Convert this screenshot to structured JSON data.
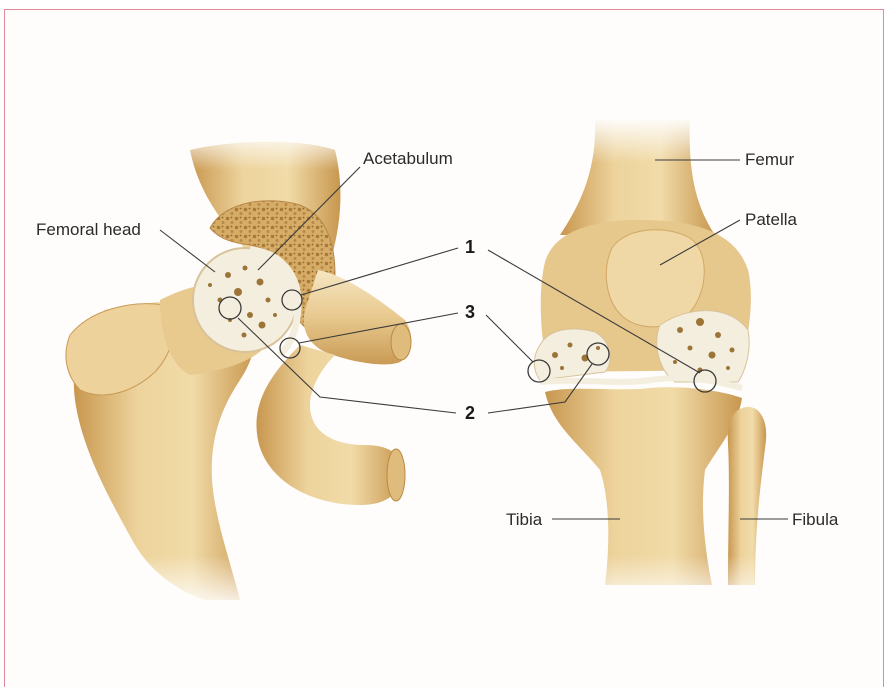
{
  "labels": {
    "acetabulum": "Acetabulum",
    "femoral_head": "Femoral head",
    "femur": "Femur",
    "patella": "Patella",
    "tibia": "Tibia",
    "fibula": "Fibula"
  },
  "numbers": {
    "n1": "1",
    "n2": "2",
    "n3": "3"
  },
  "colors": {
    "bone": "#e9cf98",
    "bone_shadow": "#c99a55",
    "cartilage": "#f4eede",
    "spongy": "#c99c52",
    "frame": "#e08a9a"
  }
}
